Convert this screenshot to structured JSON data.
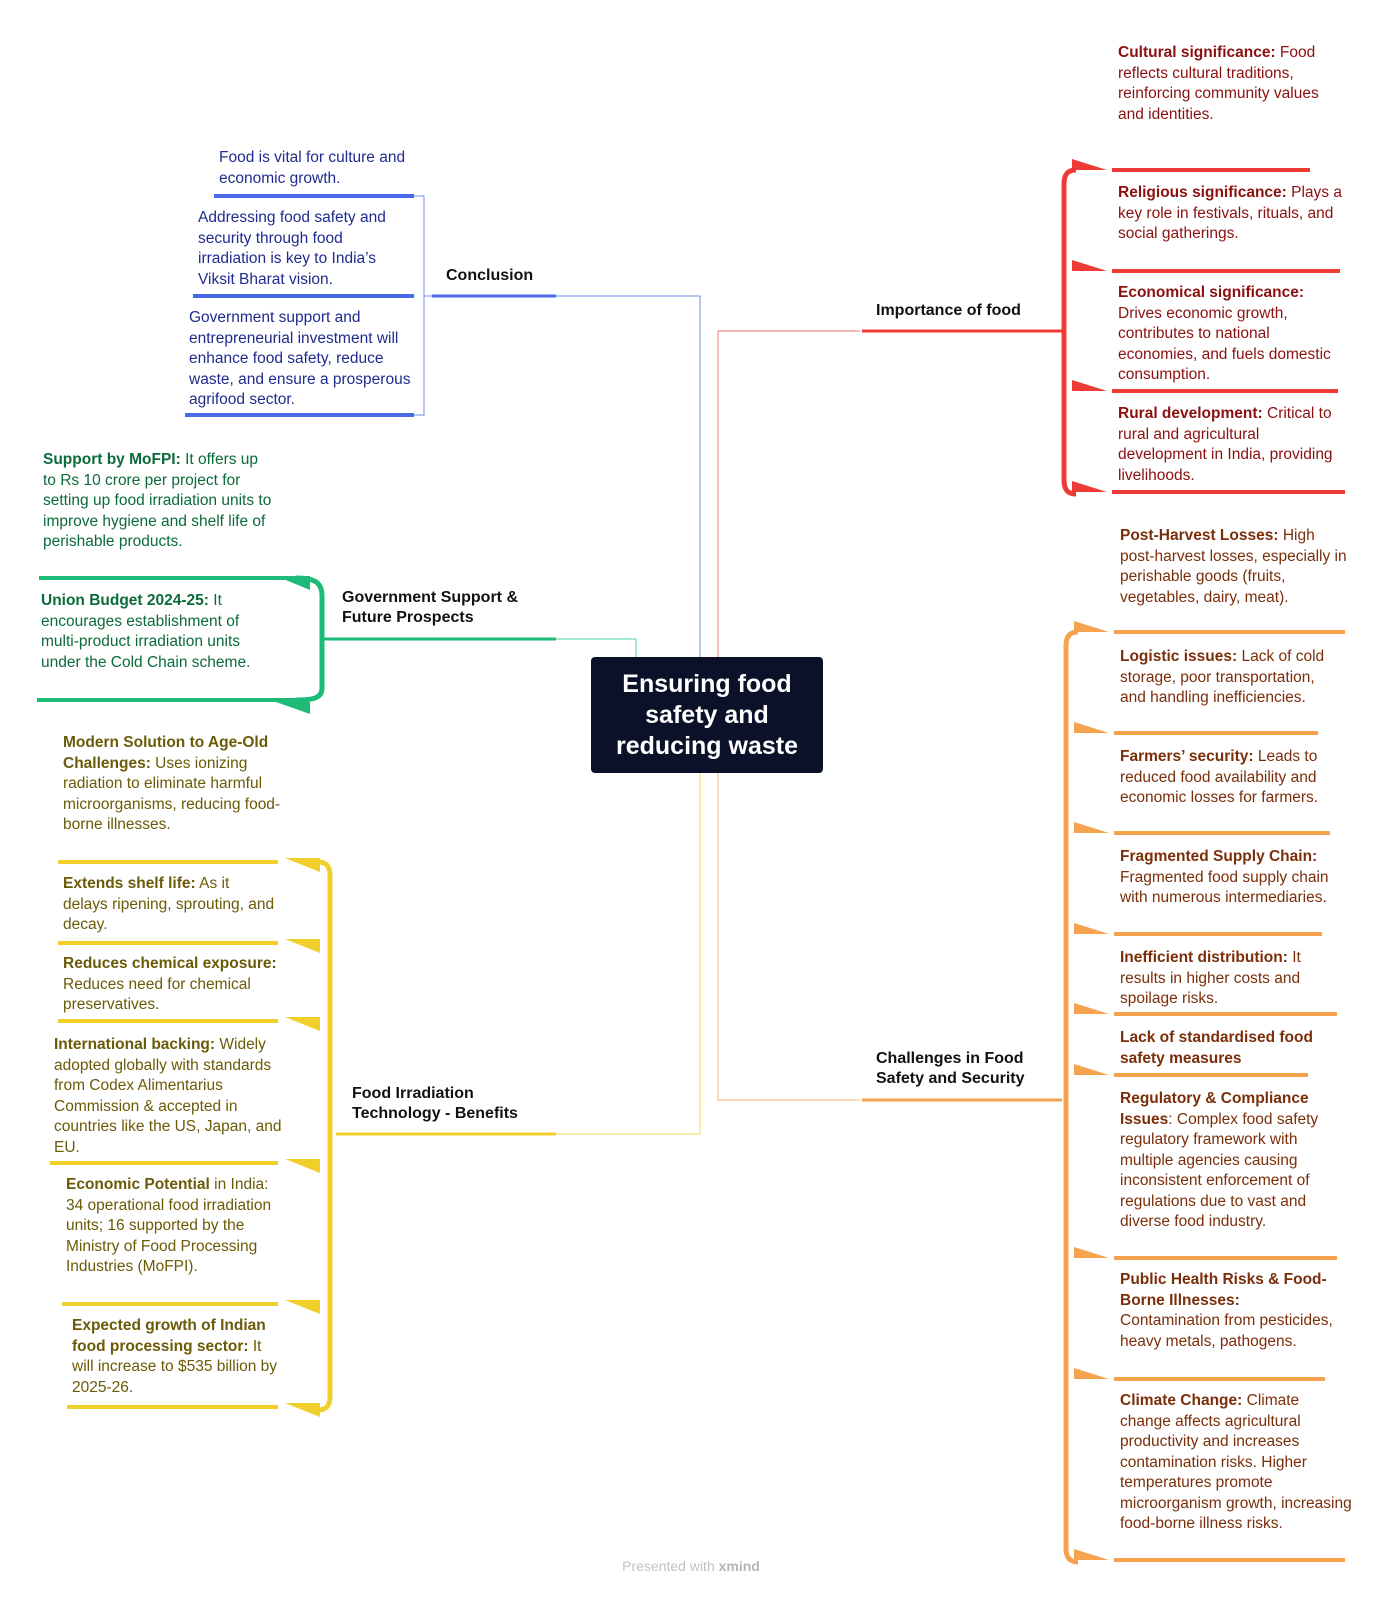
{
  "central": {
    "title": "Ensuring food safety and reducing waste"
  },
  "colors": {
    "conclusion": "#4a6be8",
    "government": "#1dbb77",
    "irradiation": "#f0cf2a",
    "importance": "#ef3b36",
    "challenges": "#f6a34f",
    "central_bg": "#0b1129"
  },
  "branches": {
    "conclusion": {
      "label": "Conclusion",
      "items": [
        {
          "text": "Food is vital for culture and economic growth."
        },
        {
          "text": "Addressing food safety and security through food irradiation is key to India’s Viksit Bharat vision."
        },
        {
          "text": "Government support and entrepreneurial investment will enhance food safety, reduce waste, and ensure a prosperous agrifood sector."
        }
      ]
    },
    "government": {
      "label": "Government Support & Future Prospects",
      "items": [
        {
          "title": "Support by MoFPI:",
          "text": " It offers up to Rs 10 crore per project for setting up food irradiation units to improve hygiene and shelf life of perishable products."
        },
        {
          "title": "Union Budget 2024-25:",
          "text": " It encourages establishment of multi-product irradiation units under the Cold Chain scheme."
        }
      ]
    },
    "irradiation": {
      "label": "Food Irradiation Technology - Benefits",
      "items": [
        {
          "title": "Modern Solution to Age-Old Challenges:",
          "text": " Uses ionizing radiation to eliminate harmful microorganisms, reducing food-borne illnesses."
        },
        {
          "title": "Extends shelf life:",
          "text": " As it delays ripening, sprouting, and decay."
        },
        {
          "title": "Reduces chemical exposure:",
          "text": " Reduces need for chemical preservatives."
        },
        {
          "title": "International backing:",
          "text": " Widely adopted globally with standards from Codex Alimentarius Commission & accepted in countries like the US, Japan, and EU."
        },
        {
          "title": "Economic Potential",
          "text": " in India: 34 operational food irradiation units; 16 supported by the Ministry of Food Processing Industries (MoFPI)."
        },
        {
          "title": "Expected growth of Indian food processing sector:",
          "text": " It will increase to $535 billion by 2025-26."
        }
      ]
    },
    "importance": {
      "label": "Importance of food",
      "items": [
        {
          "title": "Cultural significance:",
          "text": " Food reflects cultural traditions, reinforcing community values and identities."
        },
        {
          "title": "Religious significance:",
          "text": " Plays a key role in festivals, rituals, and social gatherings."
        },
        {
          "title": "Economical significance:",
          "text": " Drives economic growth, contributes to national economies, and fuels domestic consumption."
        },
        {
          "title": "Rural development:",
          "text": " Critical to rural and agricultural development in India, providing livelihoods."
        }
      ]
    },
    "challenges": {
      "label": "Challenges in Food Safety and Security",
      "items": [
        {
          "title": "Post-Harvest Losses:",
          "text": " High post-harvest losses, especially in perishable goods (fruits, vegetables, dairy, meat)."
        },
        {
          "title": "Logistic issues:",
          "text": " Lack of cold storage, poor transportation, and handling inefficiencies."
        },
        {
          "title": "Farmers’ security:",
          "text": " Leads to reduced food availability and economic losses for farmers."
        },
        {
          "title": "Fragmented Supply Chain:",
          "text": " Fragmented food supply chain with numerous intermediaries."
        },
        {
          "title": "Inefficient distribution:",
          "text": " It results in higher costs and spoilage risks."
        },
        {
          "title": "Lack of standardised food safety measures",
          "text": ""
        },
        {
          "title": "Regulatory & Compliance Issues",
          "text": ": Complex food safety regulatory framework with multiple agencies causing inconsistent enforcement of regulations due to vast and diverse food industry."
        },
        {
          "title": "Public Health Risks & Food-Borne Illnesses:",
          "text": " Contamination from pesticides, heavy metals, pathogens."
        },
        {
          "title": "Climate Change:",
          "text": " Climate change affects agricultural productivity and increases contamination risks. Higher temperatures promote microorganism growth, increasing food-borne illness risks."
        }
      ]
    }
  },
  "footer": {
    "prefix": "Presented with ",
    "brand": "xmind"
  }
}
